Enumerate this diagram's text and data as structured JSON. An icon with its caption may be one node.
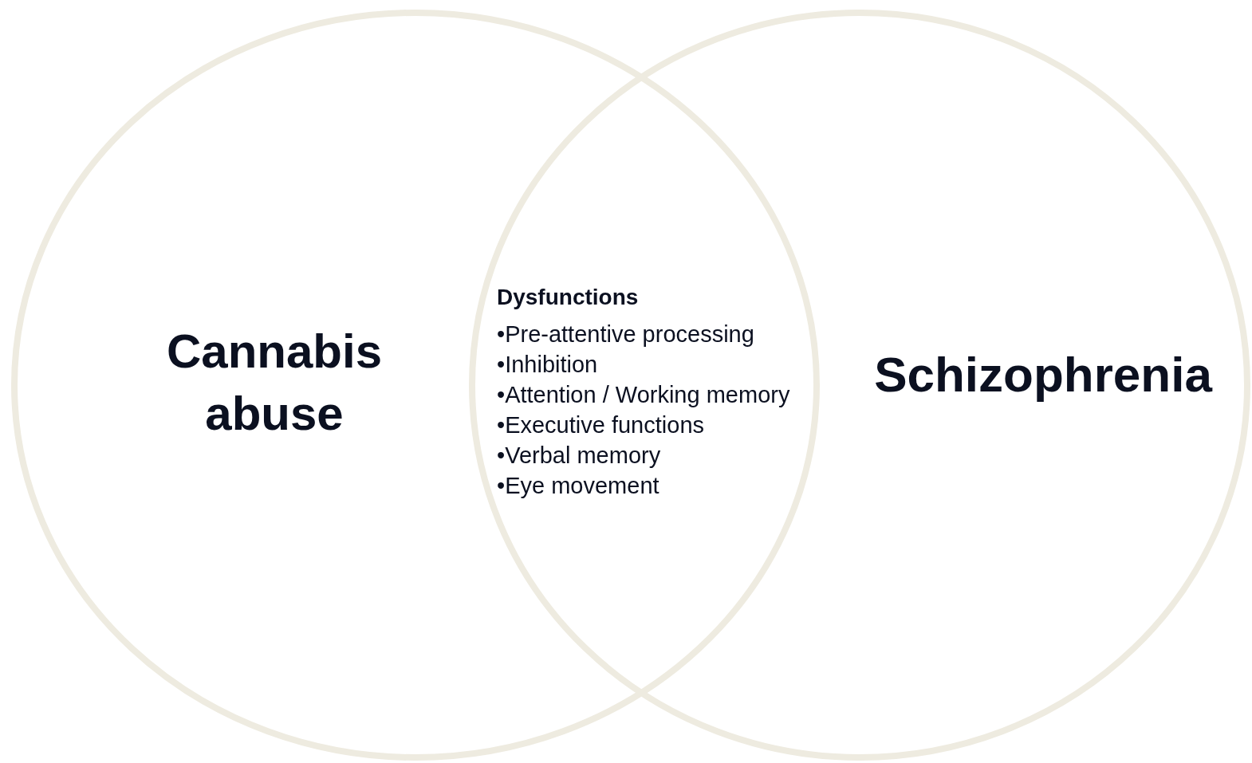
{
  "diagram": {
    "nodes": [
      {
        "text": [
          "Cannabis abuse"
        ]
      },
      {
        "text": [
          "Schizophrenia"
        ]
      }
    ],
    "edges": [],
    "labels": [
      "Dysfunctions",
      "•Pre-attentive processing",
      "•Inhibition",
      "•Attention / Working memory",
      "•Executive functions",
      "•Verbal memory",
      "•Eye movement"
    ]
  }
}
